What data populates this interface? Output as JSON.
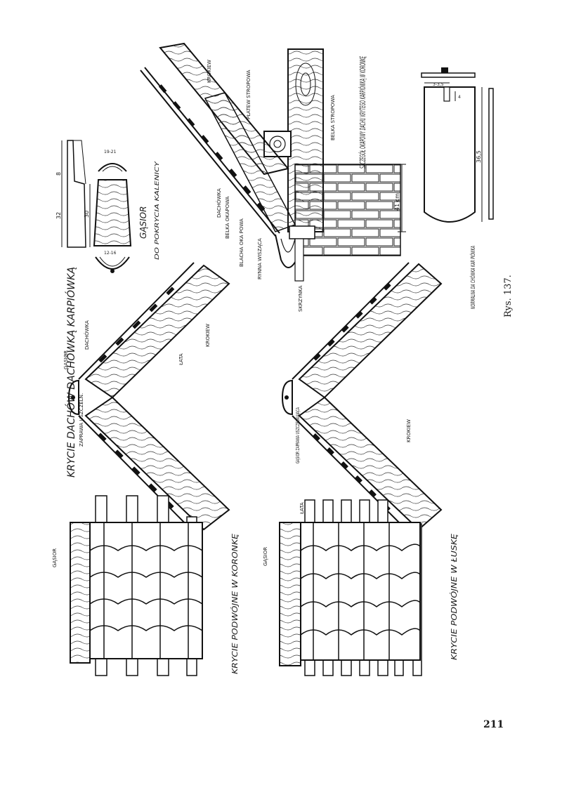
{
  "labels": {
    "main_title": "KRYCIE DACHÓW DACHÓWKĄ KARPIÓWKĄ",
    "gasior_title": "GĄSIOR",
    "gasior_sub": "DO POKRYCIA KALENICY",
    "eaves_detail_title": "SZCZEGÓŁ OKAPOWY DACHU KRYTEGO KARPIÓWKĄ W KORONKĘ",
    "tile_caption": "NORMALNA DA CHÓWKA KAR PIÓWKA",
    "krokiew": "KROKIEW",
    "platew_stropowa": "PŁATEW STROPOWA",
    "belka_stropowa": "BELKA STROPOWA",
    "dachowka": "DACHÓWKA",
    "belka_okapowa": "BELKA OKAPOWA",
    "blacha_okapowa": "BLACHA OKA POWA",
    "rynna_wiszaca": "RYNNA WISZĄCA",
    "skrzynka": "SKRZYNKA",
    "gasior": "GĄSIOR",
    "zaprawa_uszczelniajaca": "ZAPRAWA USZCZELN.",
    "lata": "ŁATA",
    "gasior_zaprawa_full": "GĄSIOR ZAPRAWA USZCZELNIAJĄCA",
    "krycie_koronke": "KRYCIE PODWÓJNE W KORONKĘ",
    "krycie_luske": "KRYCIE PODWÓJNE W ŁUSKĘ",
    "gasior_small": "GĄSIOR",
    "lata_small": "ŁATA",
    "dim_41": "41 cm",
    "dim_36_5": "36,5",
    "dim_32": "32",
    "dim_30": "30",
    "dim_8": "8",
    "dim_19_21": "19-21",
    "dim_12_16": "12-16",
    "dim_4": "4",
    "dim_3": "3-3,5",
    "asterisk": "*"
  },
  "figure_number": "Rys. 137.",
  "page_number": "211",
  "colors": {
    "ink": "#1a1a1a",
    "paper": "#ffffff",
    "wood": "#f4f1ea"
  }
}
